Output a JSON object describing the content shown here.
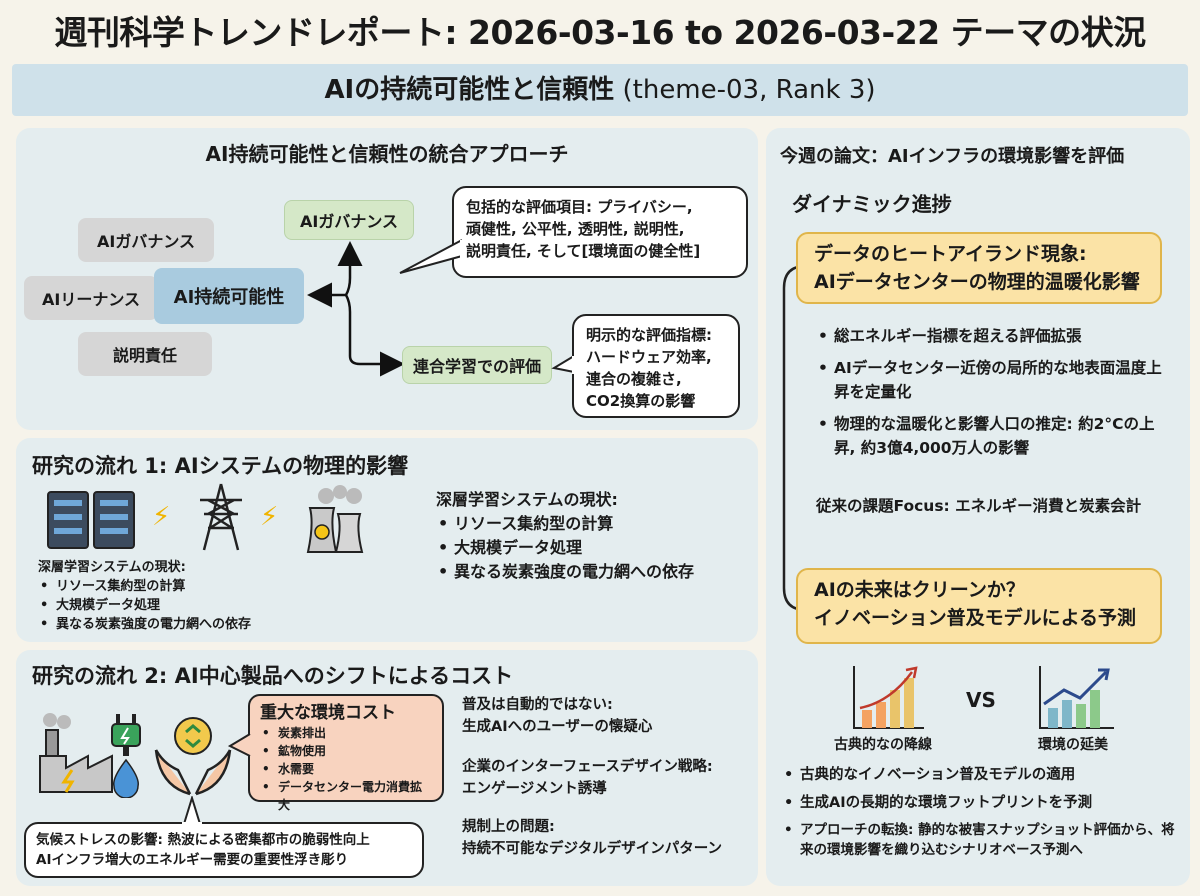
{
  "header": {
    "title": "週刊科学トレンドレポート: 2026-03-16 to 2026-03-22 テーマの状況",
    "banner_main": "AIの持続可能性と信頼性",
    "banner_sub": " (theme-03, Rank 3)"
  },
  "approach": {
    "title": "AI持続可能性と信頼性の統合アプローチ",
    "nodes": [
      "AIガバナンス",
      "AIリーナンス",
      "説明責任"
    ],
    "center": "AI持続可能性",
    "branch_top": "AIガバナンス",
    "branch_bottom": "連合学習での評価",
    "bubble_top": [
      "包括的な評価項目: プライバシー,",
      "頑健性, 公平性, 透明性, 説明性,",
      "説明責任, そして[環境面の健全性]"
    ],
    "bubble_bottom": [
      "明示的な評価指標:",
      "ハードウェア効率,",
      "連合の複雑さ,",
      "CO2換算の影響"
    ]
  },
  "flow1": {
    "title": "研究の流れ 1: AIシステムの物理的影響",
    "left_heading": "深層学習システムの現状:",
    "left_items": [
      "リソース集約型の計算",
      "大規模データ処理",
      "異なる炭素強度の電力網への依存"
    ],
    "right_heading": "深層学習システムの現状:",
    "right_items": [
      "リソース集約型の計算",
      "大規模データ処理",
      "異なる炭素強度の電力網への依存"
    ]
  },
  "flow2": {
    "title": "研究の流れ 2: AI中心製品へのシフトによるコスト",
    "cost_heading": "重大な環境コスト",
    "cost_items": [
      "炭素排出",
      "鉱物使用",
      "水需要",
      "データセンター電力消費拡大"
    ],
    "climate_lines": [
      "気候ストレスの影響: 熱波による密集都市の脆弱性向上",
      "AIインフラ増大のエネルギー需要の重要性浮き彫り"
    ],
    "right_blocks": [
      [
        "普及は自動的ではない:",
        "生成AIへのユーザーの懐疑心"
      ],
      [
        "企業のインターフェースデザイン戦略:",
        "エンゲージメント誘導"
      ],
      [
        "規制上の問題:",
        "持続不可能なデジタルデザインパターン"
      ]
    ]
  },
  "paper": {
    "title": "今週の論文：AIインフラの環境影響を評価",
    "subtitle": "ダイナミック進捗",
    "box1": [
      "データのヒートアイランド現象:",
      "AIデータセンターの物理的温暖化影響"
    ],
    "items1": [
      "総エネルギー指標を超える評価拡張",
      "AIデータセンター近傍の局所的な地表面温度上昇を定量化",
      "物理的な温暖化と影響人口の推定: 約2°Cの上昇, 約3億4,000万人の影響"
    ],
    "focus": "従来の課題Focus: エネルギー消費と炭素会計",
    "box2": [
      "AIの未来はクリーンか？",
      "イノベーション普及モデルによる予測"
    ],
    "chart_left_label": "古典的なの降線",
    "vs": "VS",
    "chart_right_label": "環境の延美",
    "items2": [
      "古典的なイノベーション普及モデルの適用",
      "生成AIの長期的な環境フットプリントを予測",
      "アプローチの転換: 静的な被害スナップショット評価から、将来の環境影響を織り込むシナリオベース予測へ"
    ]
  },
  "colors": {
    "panel": "#e4edef",
    "banner": "#cfe1ea",
    "yellow": "#fbe3a6",
    "orange": "#f8d3bf",
    "green": "#d5e8c8",
    "blue": "#a9cbdf"
  }
}
